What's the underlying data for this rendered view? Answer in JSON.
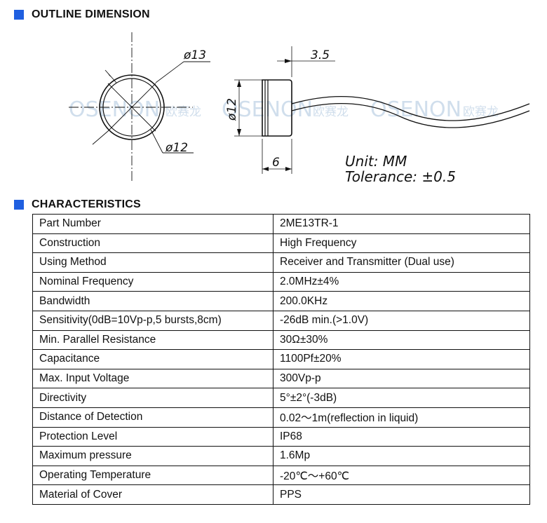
{
  "outline": {
    "heading": "OUTLINE DIMENSION",
    "dim_outer_diameter": "ø13",
    "dim_inner_diameter": "ø12",
    "dim_side_diameter": "ø12",
    "dim_cap_width": "3.5",
    "dim_body_length": "6",
    "unit": "Unit: MM",
    "tolerance": "Tolerance: ±0.5",
    "watermark": "OSENON",
    "watermark_cn": "欧赛龙",
    "colors": {
      "accent": "#1f5fe0",
      "watermark": "#aac4dd"
    }
  },
  "characteristics": {
    "heading": "CHARACTERISTICS",
    "rows": [
      {
        "label": "Part Number",
        "value": "2ME13TR-1"
      },
      {
        "label": "Construction",
        "value": "High Frequency"
      },
      {
        "label": "Using Method",
        "value": "Receiver and Transmitter (Dual use)"
      },
      {
        "label": "Nominal Frequency",
        "value": "2.0MHz±4%"
      },
      {
        "label": "Bandwidth",
        "value": "200.0KHz"
      },
      {
        "label": "Sensitivity(0dB=10Vp-p,5 bursts,8cm)",
        "value": "-26dB min.(>1.0V)"
      },
      {
        "label": "Min. Parallel Resistance",
        "value": "30Ω±30%"
      },
      {
        "label": "Capacitance",
        "value": "1100Pf±20%"
      },
      {
        "label": "Max. Input Voltage",
        "value": "300Vp-p"
      },
      {
        "label": "Directivity",
        "value": "5°±2°(-3dB)"
      },
      {
        "label": "Distance of Detection",
        "value": "0.02～1m(reflection in liquid)"
      },
      {
        "label": "Protection Level",
        "value": "IP68"
      },
      {
        "label": "Maximum pressure",
        "value": "1.6Mp"
      },
      {
        "label": "Operating Temperature",
        "value": "-20℃～+60℃"
      },
      {
        "label": "Material of Cover",
        "value": "PPS"
      }
    ]
  }
}
